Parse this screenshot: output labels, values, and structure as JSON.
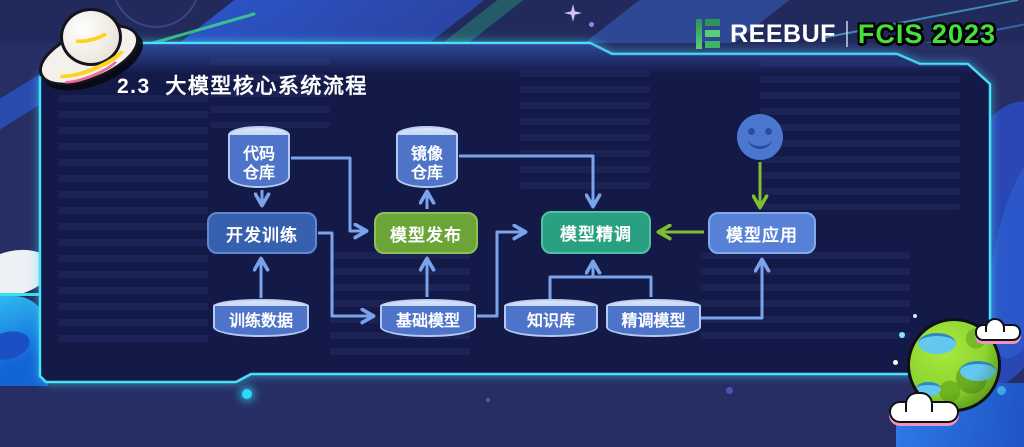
{
  "header": {
    "title": "2.3  大模型核心系统流程",
    "brand": {
      "name": "FREEBUF",
      "wordmark_visible": "REEBUF",
      "event": "FCIS 2023"
    }
  },
  "diagram": {
    "nodes": {
      "code_repo": {
        "label": "代码\n仓库",
        "shape": "cylinder"
      },
      "image_repo": {
        "label": "镜像\n仓库",
        "shape": "cylinder"
      },
      "dev_train": {
        "label": "开发训练",
        "shape": "rounded-box",
        "color": "blue"
      },
      "model_release": {
        "label": "模型发布",
        "shape": "rounded-box",
        "color": "green"
      },
      "model_finetune": {
        "label": "模型精调",
        "shape": "rounded-box",
        "color": "teal"
      },
      "model_app": {
        "label": "模型应用",
        "shape": "rounded-box",
        "color": "light-blue"
      },
      "train_data": {
        "label": "训练数据",
        "shape": "cylinder"
      },
      "base_model": {
        "label": "基础模型",
        "shape": "cylinder"
      },
      "knowledge_base": {
        "label": "知识库",
        "shape": "cylinder"
      },
      "finetuned_model": {
        "label": "精调模型",
        "shape": "cylinder"
      },
      "user": {
        "icon": "smiley-face-icon"
      }
    },
    "edges": [
      {
        "from": "code_repo",
        "to": "dev_train",
        "color": "blue"
      },
      {
        "from": "code_repo",
        "to": "model_release",
        "color": "blue"
      },
      {
        "from": "train_data",
        "to": "dev_train",
        "color": "blue"
      },
      {
        "from": "dev_train",
        "to": "base_model",
        "color": "blue"
      },
      {
        "from": "base_model",
        "to": "model_release",
        "color": "blue"
      },
      {
        "from": "model_release",
        "to": "image_repo",
        "color": "blue"
      },
      {
        "from": "image_repo",
        "to": "model_finetune",
        "color": "blue"
      },
      {
        "from": "base_model",
        "to": "model_finetune",
        "color": "blue"
      },
      {
        "from": "knowledge_base",
        "to": "model_finetune",
        "color": "blue"
      },
      {
        "from": "finetuned_model",
        "to": "model_finetune",
        "color": "blue"
      },
      {
        "from": "finetuned_model",
        "to": "model_app",
        "color": "blue"
      },
      {
        "from": "model_app",
        "to": "model_finetune",
        "color": "green"
      },
      {
        "from": "user",
        "to": "model_app",
        "color": "green"
      }
    ]
  },
  "colors": {
    "panel_border": "#46E3F7",
    "panel_bg": "#141A48",
    "outer_bg": "#272E63",
    "node_blue": "#3760AF",
    "node_green": "#6BA437",
    "node_teal": "#28A081",
    "node_light_blue": "#5681D6",
    "cylinder_blue": "#4E74C9",
    "arrow_blue": "#7BA3E9",
    "arrow_green": "#7FBE2F",
    "event_green": "#45E03C"
  }
}
